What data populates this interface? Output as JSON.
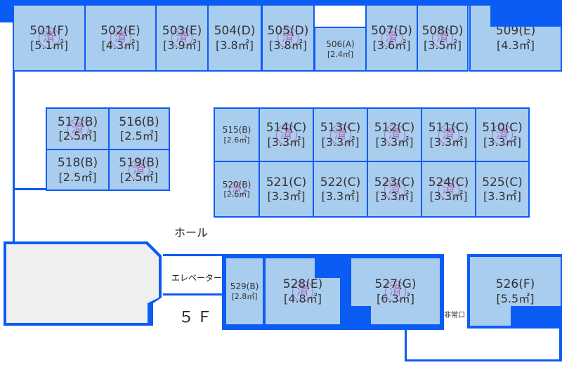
{
  "floor": "５Ｆ",
  "labels": {
    "hall": "ホール",
    "elevator": "エレベーター",
    "emergency_exit": "非常口"
  },
  "sold_mark": "済",
  "rooms": [
    {
      "id": "501",
      "name": "501(F)",
      "area": "[5.1㎡]",
      "sold": true
    },
    {
      "id": "502",
      "name": "502(E)",
      "area": "[4.3㎡]",
      "sold": true
    },
    {
      "id": "503",
      "name": "503(E)",
      "area": "[3.9㎡]",
      "sold": true
    },
    {
      "id": "504",
      "name": "504(D)",
      "area": "[3.8㎡]",
      "sold": false
    },
    {
      "id": "505",
      "name": "505(D)",
      "area": "[3.8㎡]",
      "sold": true
    },
    {
      "id": "506",
      "name": "506(A)",
      "area": "[2.4㎡]",
      "sold": false
    },
    {
      "id": "507",
      "name": "507(D)",
      "area": "[3.6㎡]",
      "sold": true
    },
    {
      "id": "508",
      "name": "508(D)",
      "area": "[3.5㎡]",
      "sold": true
    },
    {
      "id": "509",
      "name": "509(E)",
      "area": "[4.3㎡]",
      "sold": false
    },
    {
      "id": "517",
      "name": "517(B)",
      "area": "[2.5㎡]",
      "sold": true
    },
    {
      "id": "516",
      "name": "516(B)",
      "area": "[2.5㎡]",
      "sold": false
    },
    {
      "id": "518",
      "name": "518(B)",
      "area": "[2.5㎡]",
      "sold": false
    },
    {
      "id": "519",
      "name": "519(B)",
      "area": "[2.5㎡]",
      "sold": true
    },
    {
      "id": "515",
      "name": "515(B)",
      "area": "[2.6㎡]",
      "sold": false
    },
    {
      "id": "514",
      "name": "514(C)",
      "area": "[3.3㎡]",
      "sold": true
    },
    {
      "id": "513",
      "name": "513(C)",
      "area": "[3.3㎡]",
      "sold": true
    },
    {
      "id": "512",
      "name": "512(C)",
      "area": "[3.3㎡]",
      "sold": true
    },
    {
      "id": "511",
      "name": "511(C)",
      "area": "[3.3㎡]",
      "sold": true
    },
    {
      "id": "510",
      "name": "510(C)",
      "area": "[3.3㎡]",
      "sold": true
    },
    {
      "id": "520",
      "name": "520(B)",
      "area": "[2.6㎡]",
      "sold": true
    },
    {
      "id": "521",
      "name": "521(C)",
      "area": "[3.3㎡]",
      "sold": false
    },
    {
      "id": "522",
      "name": "522(C)",
      "area": "[3.3㎡]",
      "sold": false
    },
    {
      "id": "523",
      "name": "523(C)",
      "area": "[3.3㎡]",
      "sold": true
    },
    {
      "id": "524",
      "name": "524(C)",
      "area": "[3.3㎡]",
      "sold": true
    },
    {
      "id": "525",
      "name": "525(C)",
      "area": "[3.3㎡]",
      "sold": false
    },
    {
      "id": "529",
      "name": "529(B)",
      "area": "[2.8㎡]",
      "sold": false
    },
    {
      "id": "528",
      "name": "528(E)",
      "area": "[4.8㎡]",
      "sold": true
    },
    {
      "id": "527",
      "name": "527(G)",
      "area": "[6.3㎡]",
      "sold": true
    },
    {
      "id": "526",
      "name": "526(F)",
      "area": "[5.5㎡]",
      "sold": false
    }
  ],
  "colors": {
    "wall": "#0a5cf5",
    "room": "#a9cdee",
    "stamp": "#b061b4",
    "elevator_area": "#efefef"
  }
}
